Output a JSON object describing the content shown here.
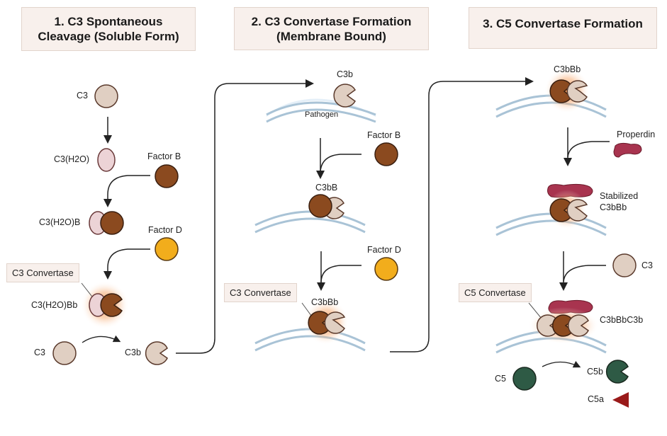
{
  "panels": [
    {
      "title_line1": "1. C3 Spontaneous",
      "title_line2": "Cleavage (Soluble Form)"
    },
    {
      "title_line1": "2. C3 Convertase Formation",
      "title_line2": "(Membrane Bound)"
    },
    {
      "title_line1": "3. C5 Convertase Formation",
      "title_line2": ""
    }
  ],
  "panel1": {
    "c3": "C3",
    "c3h2o": "C3(H2O)",
    "factor_b": "Factor B",
    "c3h2ob": "C3(H2O)B",
    "factor_d": "Factor D",
    "callout": "C3 Convertase",
    "c3h2obb": "C3(H2O)Bb",
    "c3_bottom": "C3",
    "c3b_bottom": "C3b"
  },
  "panel2": {
    "c3b": "C3b",
    "pathogen": "Pathogen",
    "factor_b": "Factor B",
    "c3bb": "C3bB",
    "factor_d": "Factor D",
    "callout": "C3 Convertase",
    "c3bbb": "C3bBb"
  },
  "panel3": {
    "c3bbb": "C3bBb",
    "properdin": "Properdin",
    "stabilized_line1": "Stabilized",
    "stabilized_line2": "C3bBb",
    "c3": "C3",
    "callout": "C5 Convertase",
    "c3bbbc3b": "C3bBbC3b",
    "c5": "C5",
    "c5b": "C5b",
    "c5a": "C5a"
  },
  "colors": {
    "c3": "#e0cfc2",
    "c3h2o": "#ecd3d6",
    "factor_b": "#8b4a1f",
    "factor_d": "#f2ad1c",
    "properdin": "#a8344f",
    "c5": "#2e5a45",
    "c5a": "#9a1a1a",
    "membrane": "#a9c3d6",
    "membrane_fill": "#e4eff8",
    "glow": "#f28c3c",
    "outline": "#4a2e22"
  }
}
